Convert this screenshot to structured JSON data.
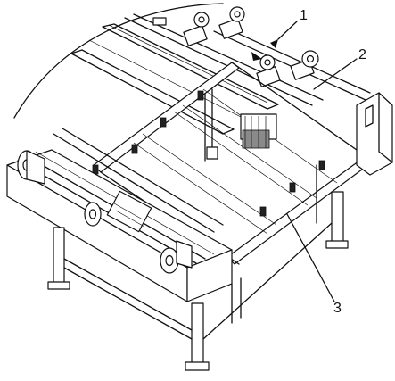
{
  "figure": {
    "callouts": [
      {
        "number": "1"
      },
      {
        "number": "2"
      },
      {
        "number": "3"
      }
    ]
  }
}
